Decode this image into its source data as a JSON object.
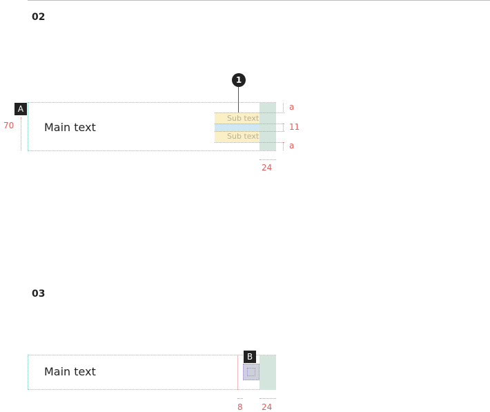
{
  "section_02": {
    "number": "02",
    "main_text": "Main text",
    "sub_text_top": "Sub text",
    "sub_text_bottom": "Sub text",
    "tag": "A",
    "marker": "1",
    "measure_height": "70",
    "measure_top": "a",
    "measure_gap": "11",
    "measure_bottom": "a",
    "measure_right": "24"
  },
  "section_03": {
    "number": "03",
    "main_text": "Main text",
    "tag": "B",
    "measure_gap": "8",
    "measure_right": "24"
  }
}
